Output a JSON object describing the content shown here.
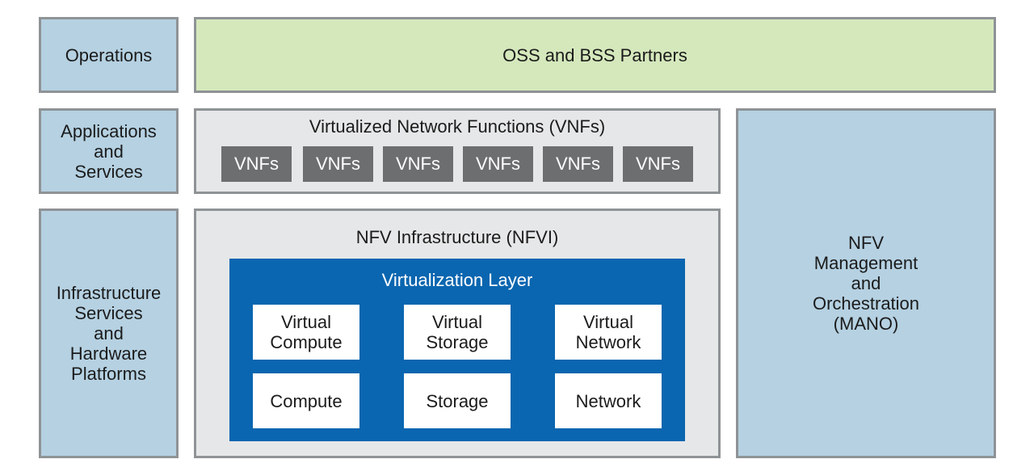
{
  "rows": {
    "operations": "Operations",
    "applications": "Applications\nand\nServices",
    "infrastructure": "Infrastructure\nServices\nand\nHardware\nPlatforms"
  },
  "oss_bss": "OSS and BSS Partners",
  "vnf_section": {
    "title": "Virtualized Network Functions (VNFs)",
    "items": [
      "VNFs",
      "VNFs",
      "VNFs",
      "VNFs",
      "VNFs",
      "VNFs"
    ]
  },
  "nfvi": {
    "title": "NFV Infrastructure (NFVI)",
    "virtualization_layer": {
      "title": "Virtualization Layer",
      "virtual_compute": "Virtual\nCompute",
      "virtual_storage": "Virtual\nStorage",
      "virtual_network": "Virtual\nNetwork",
      "compute": "Compute",
      "storage": "Storage",
      "network": "Network"
    }
  },
  "mano": "NFV\nManagement\nand\nOrchestration\n(MANO)",
  "colors": {
    "side_blue": "#b5d1e2",
    "oss_green": "#d5e8bc",
    "panel_gray": "#e6e7e8",
    "vnf_dark": "#6d6e70",
    "virtualization_blue": "#0a66b0",
    "border": "#8f9396"
  }
}
